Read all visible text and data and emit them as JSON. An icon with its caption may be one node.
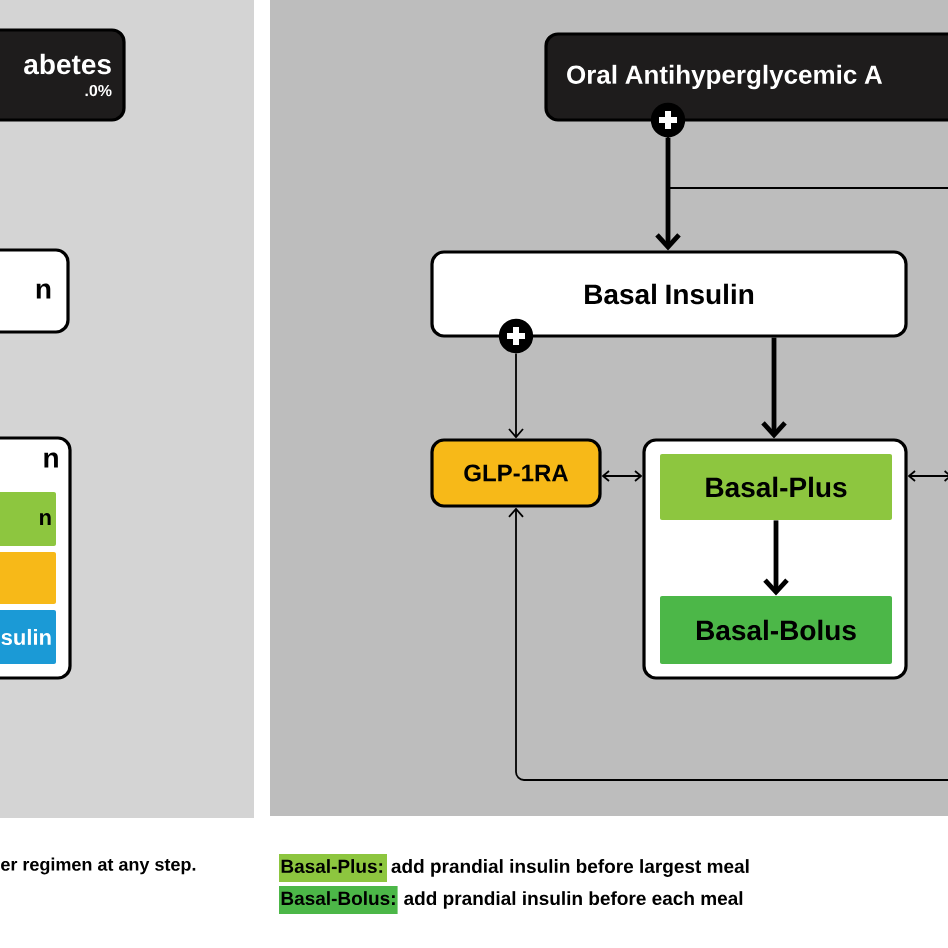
{
  "diagram": {
    "nodes": [
      {
        "text": [
          "abetes",
          ".0%"
        ]
      },
      {
        "text": [
          "n"
        ]
      },
      {
        "text": [
          "n"
        ]
      },
      {
        "text": [
          "n"
        ],
        "in": 2
      },
      {
        "text": [],
        "shape": "box",
        "in": 2
      },
      {
        "text": [
          "sulin"
        ],
        "in": 2
      },
      {
        "text": [
          "Oral Antihyperglycemic A"
        ]
      },
      {
        "text": [
          "Basal Insulin"
        ]
      },
      {
        "text": [
          "GLP-1RA"
        ]
      },
      {
        "text": [],
        "shape": "box"
      },
      {
        "text": [
          "Basal-Plus"
        ],
        "in": 9
      },
      {
        "text": [
          "Basal-Bolus"
        ],
        "in": 9
      }
    ],
    "edges": [
      {
        "from": 6,
        "to": 7,
        "arrow": "to",
        "style": "thick"
      },
      {
        "from": 6,
        "to": null,
        "arrow": "none"
      },
      {
        "from": 7,
        "to": 8,
        "arrow": "to"
      },
      {
        "from": 7,
        "to": 9,
        "arrow": "to",
        "style": "thick"
      },
      {
        "from": 8,
        "to": 9,
        "arrow": "both"
      },
      {
        "from": 9,
        "to": null,
        "arrow": "both"
      },
      {
        "from": 10,
        "to": 11,
        "arrow": "to",
        "style": "thick"
      },
      {
        "from": null,
        "to": 8,
        "arrow": "to"
      }
    ],
    "labels": [
      "er regimen at any step."
    ],
    "legend": [
      {
        "text": "Basal-Plus: add prandial insulin before largest meal",
        "color": "#8dc63f"
      },
      {
        "text": "Basal-Bolus: add prandial insulin before each meal",
        "color": "#4cb748"
      }
    ]
  }
}
